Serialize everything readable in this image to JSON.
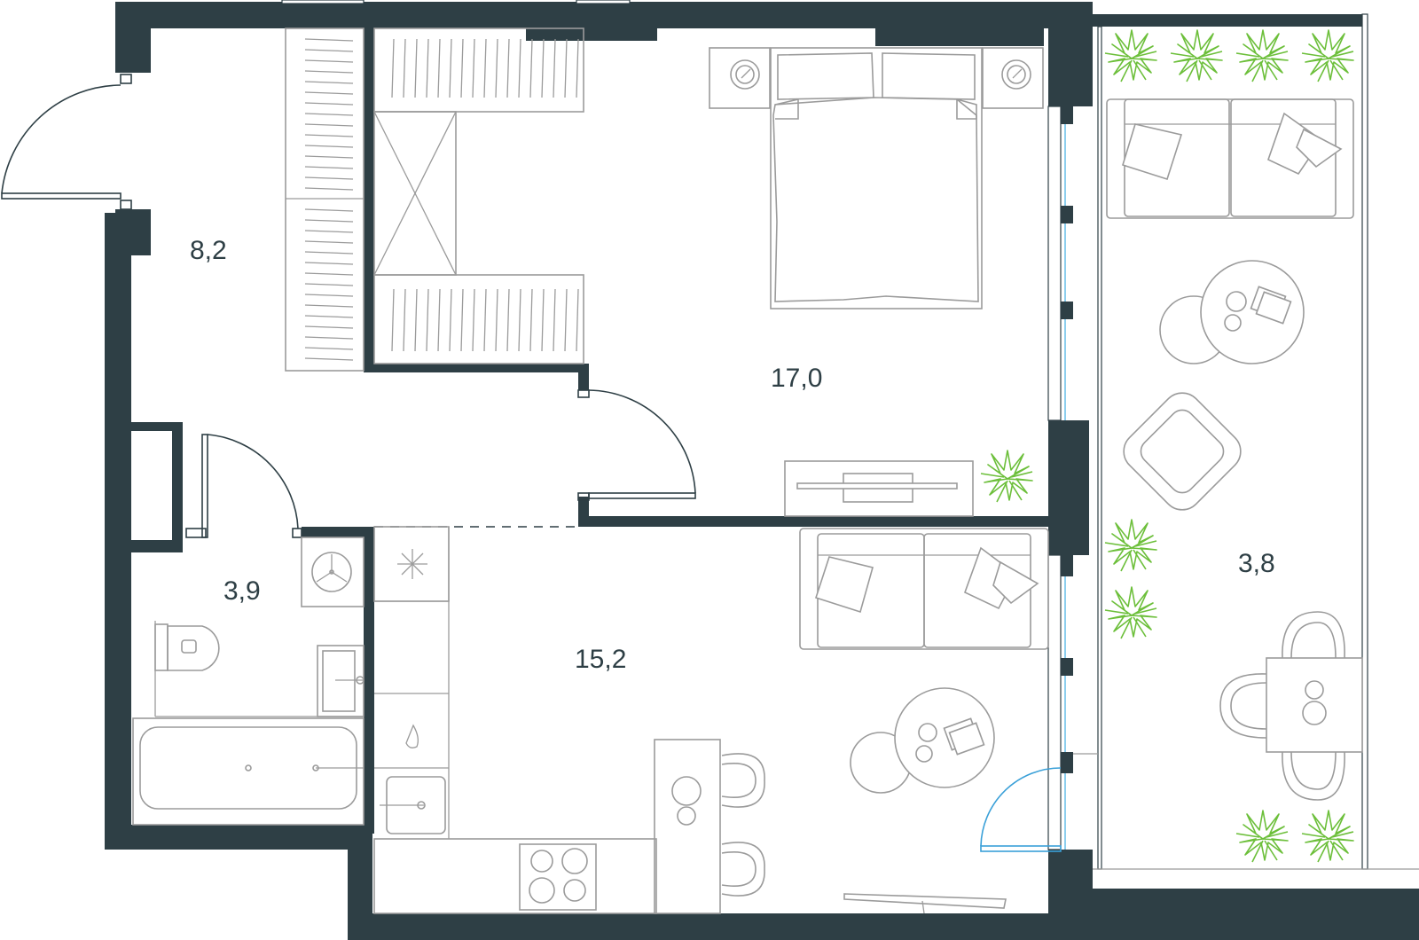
{
  "rooms": [
    {
      "id": "hall",
      "area": "8,2"
    },
    {
      "id": "bedroom",
      "area": "17,0"
    },
    {
      "id": "bathroom",
      "area": "3,9"
    },
    {
      "id": "kitchen-living",
      "area": "15,2"
    },
    {
      "id": "balcony",
      "area": "3,8"
    }
  ],
  "colors": {
    "wall": "#2e3f45",
    "furniture": "#9b9b9b",
    "plants": "#6cbf3a",
    "balcony_door": "#3aa0d8",
    "glass": "#5bb8e6"
  }
}
